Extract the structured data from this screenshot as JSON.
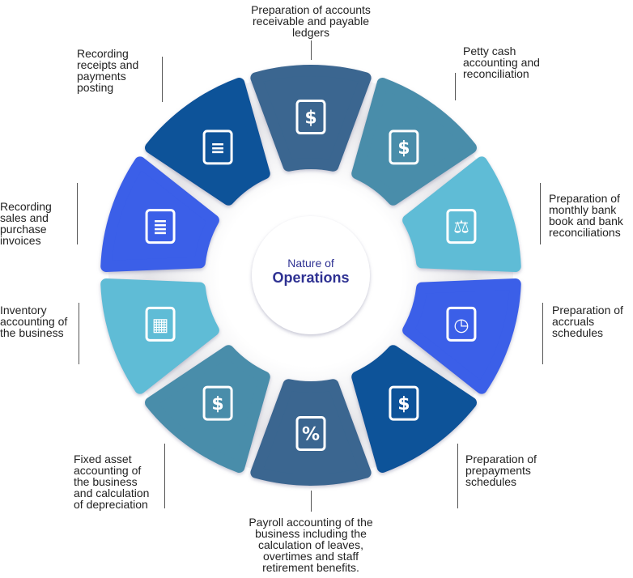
{
  "center": {
    "line1": "Nature of",
    "line2": "Operations"
  },
  "colors": {
    "dark_blue": "#0a5399",
    "steel": "#3a6690",
    "teal": "#4a8daa",
    "light": "#5fbcd6",
    "royal": "#3a5ee8",
    "title": "#2e3192"
  },
  "segments": [
    {
      "icon": "ledger-dollar-icon",
      "glyph": "$",
      "color": "#3a6690",
      "label": "Preparation of accounts receivable and payable ledgers"
    },
    {
      "icon": "banknote-icon",
      "glyph": "$",
      "color": "#4a8daa",
      "label": "Petty cash accounting and reconciliation"
    },
    {
      "icon": "balance-scale-icon",
      "glyph": "⚖",
      "color": "#5fbcd6",
      "label": "Preparation of monthly bank book and bank reconciliations"
    },
    {
      "icon": "calendar-clock-icon",
      "glyph": "◷",
      "color": "#3a5ee8",
      "label": "Preparation of accruals schedules"
    },
    {
      "icon": "calendar-dollar-icon",
      "glyph": "$",
      "color": "#0a5399",
      "label": "Preparation of prepayments schedules"
    },
    {
      "icon": "stopwatch-percent-icon",
      "glyph": "%",
      "color": "#3a6690",
      "label": "Payroll accounting of the business including the calculation of leaves, overtimes and staff retirement benefits."
    },
    {
      "icon": "gold-bars-coin-icon",
      "glyph": "$",
      "color": "#4a8daa",
      "label": "Fixed asset accounting of the business and calculation of depreciation"
    },
    {
      "icon": "inventory-checklist-icon",
      "glyph": "▦",
      "color": "#5fbcd6",
      "label": "Inventory accounting of the business"
    },
    {
      "icon": "receipt-icon",
      "glyph": "≣",
      "color": "#3a5ee8",
      "label": "Recording sales and purchase invoices"
    },
    {
      "icon": "documents-icon",
      "glyph": "≡",
      "color": "#0a5399",
      "label": "Recording receipts and payments posting"
    }
  ]
}
